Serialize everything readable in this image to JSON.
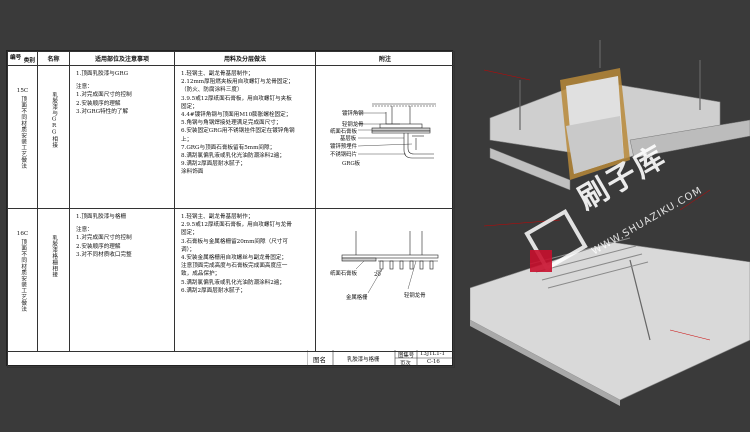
{
  "table": {
    "header": {
      "num_top": "编号",
      "num_bottom": "类别",
      "name": "名称",
      "scope": "适用部位及注意事项",
      "method": "用料及分层做法",
      "notes": "附注"
    },
    "rows": [
      {
        "code": "15C",
        "category": "顶面不同材质安装工艺做法",
        "name": "乳胶漆与GRG相接",
        "scope": [
          "1.顶面乳胶漆与GRG",
          "",
          "注意：",
          "1.对完成面尺寸的控制",
          "2.安装顺序的理解",
          "3.对GRG特性的了解"
        ],
        "method": [
          "1.轻钢主、副龙骨基层制作；",
          "2.12mm厚阻燃夹板用自攻螺钉与龙骨固定；",
          "（防火、防腐涂料三度）",
          "3.9.5或12厚纸面石膏板，用自攻螺钉与夹板",
          "固定；",
          "4.4#镀锌角钢与顶面用M10膨胀螺栓固定；",
          "5.角钢与角钢焊接处理满足完成面尺寸；",
          "6.安装固定GRG用不锈钢挂件固定在镀锌角钢",
          "上；",
          "7.GRG与顶面石膏板留有5mm间隙；",
          "8.满刮氯偏乳液或乳化光油防潮涂料2遍；",
          "9.满刮2厚面层耐水腻子；",
          "涂料饰面"
        ]
      },
      {
        "code": "16C",
        "category": "顶面不同材质安装工艺做法",
        "name": "乳胶漆格栅相接",
        "scope": [
          "1.顶面乳胶漆与格栅",
          "",
          "注意：",
          "1.对完成面尺寸的控制",
          "2.安装顺序的理解",
          "3.对不同材质收口完整"
        ],
        "method": [
          "1.轻钢主、副龙骨基层制作；",
          "2.9.5或12厚纸面石膏板，用自攻螺钉与龙骨",
          "固定；",
          "3.石膏板与金属格栅留20mm间隙（尺寸可",
          "调）；",
          "4.安装金属格栅用自攻螺丝与副龙骨固定；",
          "注意顶面完成高度与石膏板完成面高度应一",
          "致，成品保护；",
          "5.满刮氯偏乳液或乳化光油防潮涂料2遍；",
          "6.满刮2厚面层耐水腻子；"
        ]
      }
    ]
  },
  "detail1_labels": {
    "angle": "镀锌角钢",
    "keel": "轻钢龙骨",
    "gypsum_1": "纸面石膏板",
    "gypsum_2": "基层板",
    "hanger": "镀锌预埋件",
    "steel_piece": "不锈钢码片",
    "grg": "GRG板"
  },
  "detail2_labels": {
    "dim": "20",
    "gypsum": "纸面石膏板",
    "grille": "金属格栅",
    "keel": "轻钢龙骨"
  },
  "titleblock": {
    "name_label": "图名",
    "name_value": "乳胶漆与格栅",
    "set_label": "图集号",
    "set_value": "13JTL1-1",
    "page_label": "页次",
    "page_value": "C-16"
  },
  "watermark": {
    "brand": "刷子库",
    "url": "WWW.SHUAZIKU.COM"
  }
}
